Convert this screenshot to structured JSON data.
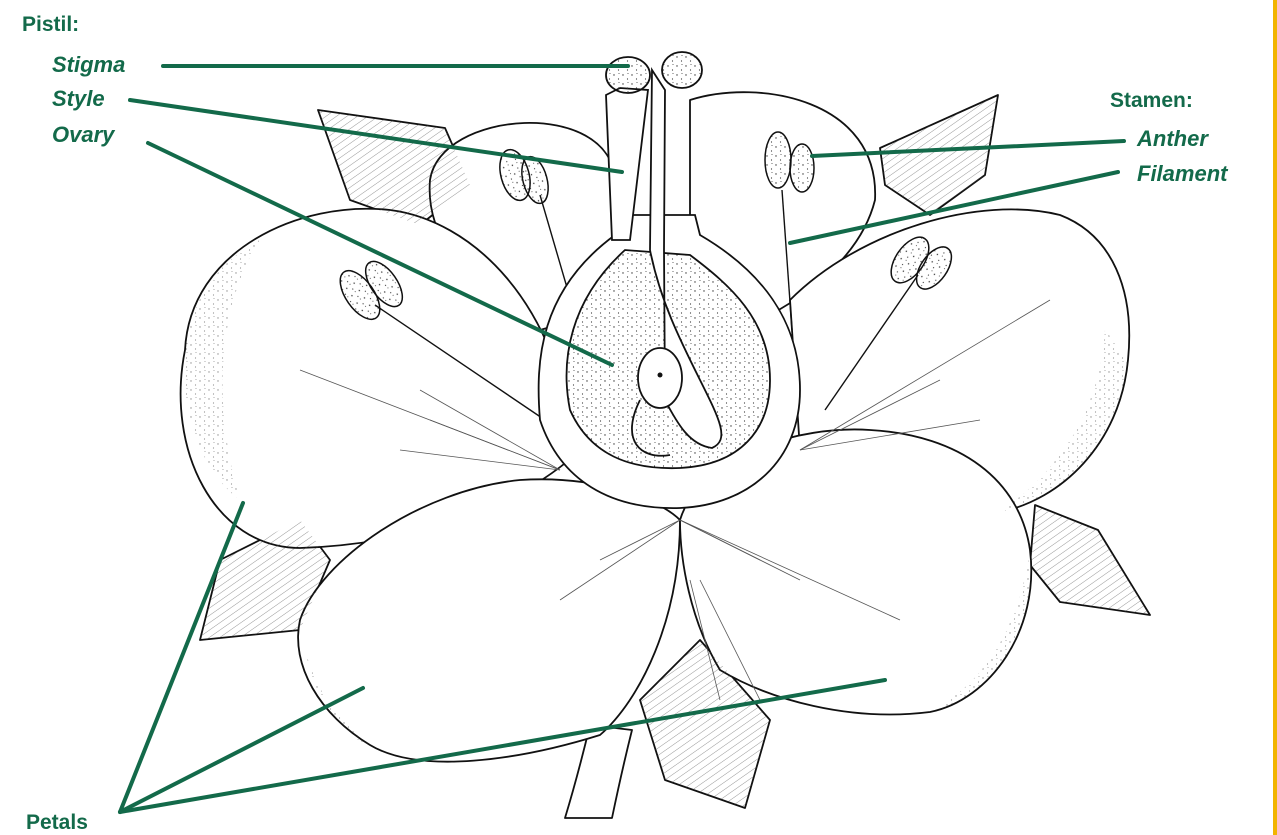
{
  "diagram": {
    "accent_color": "#136a4a",
    "pistil": {
      "heading": "Pistil:",
      "parts": [
        "Stigma",
        "Style",
        "Ovary"
      ]
    },
    "stamen": {
      "heading": "Stamen:",
      "parts": [
        "Anther",
        "Filament"
      ]
    },
    "petals_label": "Petals"
  }
}
